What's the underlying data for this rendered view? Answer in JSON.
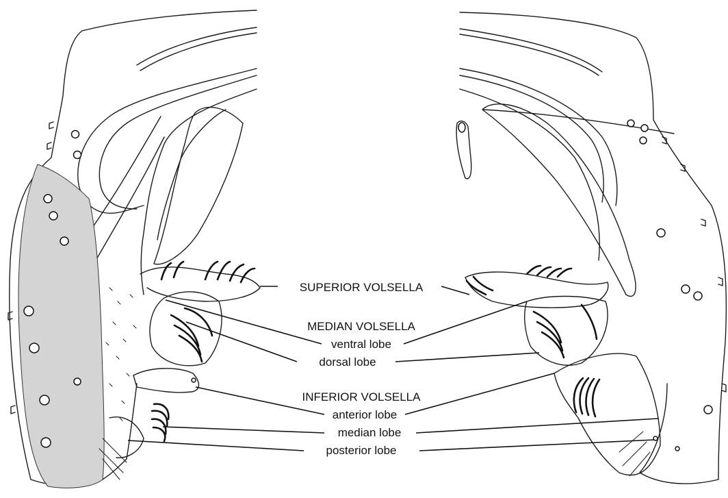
{
  "labels": {
    "superior_volsella": "SUPERIOR VOLSELLA",
    "median_volsella": "MEDIAN VOLSELLA",
    "ventral_lobe": "ventral lobe",
    "dorsal_lobe": "dorsal lobe",
    "inferior_volsella": "INFERIOR VOLSELLA",
    "anterior_lobe": "anterior lobe",
    "median_lobe": "median lobe",
    "posterior_lobe": "posterior lobe"
  }
}
